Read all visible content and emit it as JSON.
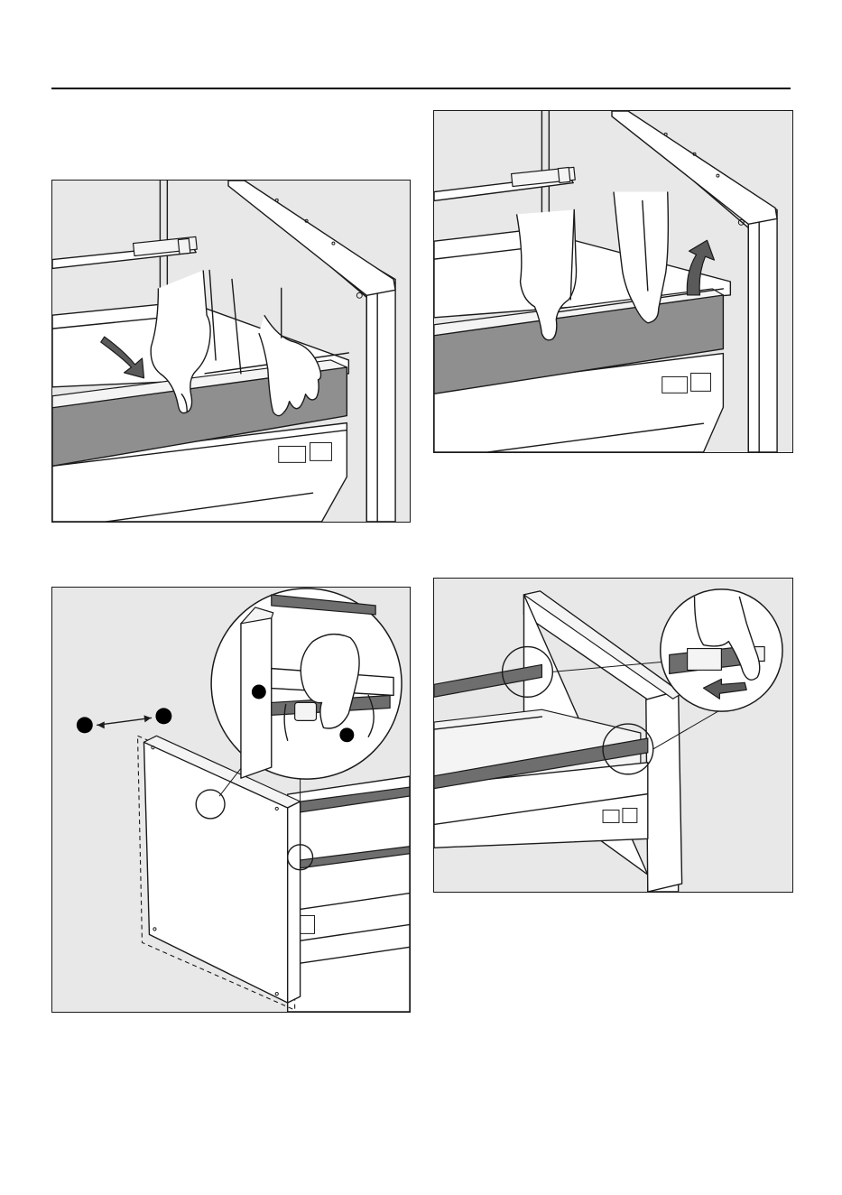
{
  "page": {
    "background": "#ffffff",
    "panel_background": "#e8e8e8",
    "front_panel_color": "#8f8f8f",
    "line_color": "#1a1a1a"
  },
  "figures": [
    {
      "id": "figure-1",
      "icon": "lower-drawer-front-hands-illustration"
    },
    {
      "id": "figure-2",
      "icon": "lift-drawer-front-hands-illustration"
    },
    {
      "id": "figure-3",
      "icon": "adjust-drawer-front-detail-illustration",
      "callouts": 4
    },
    {
      "id": "figure-4",
      "icon": "release-rail-clip-detail-illustration"
    }
  ]
}
